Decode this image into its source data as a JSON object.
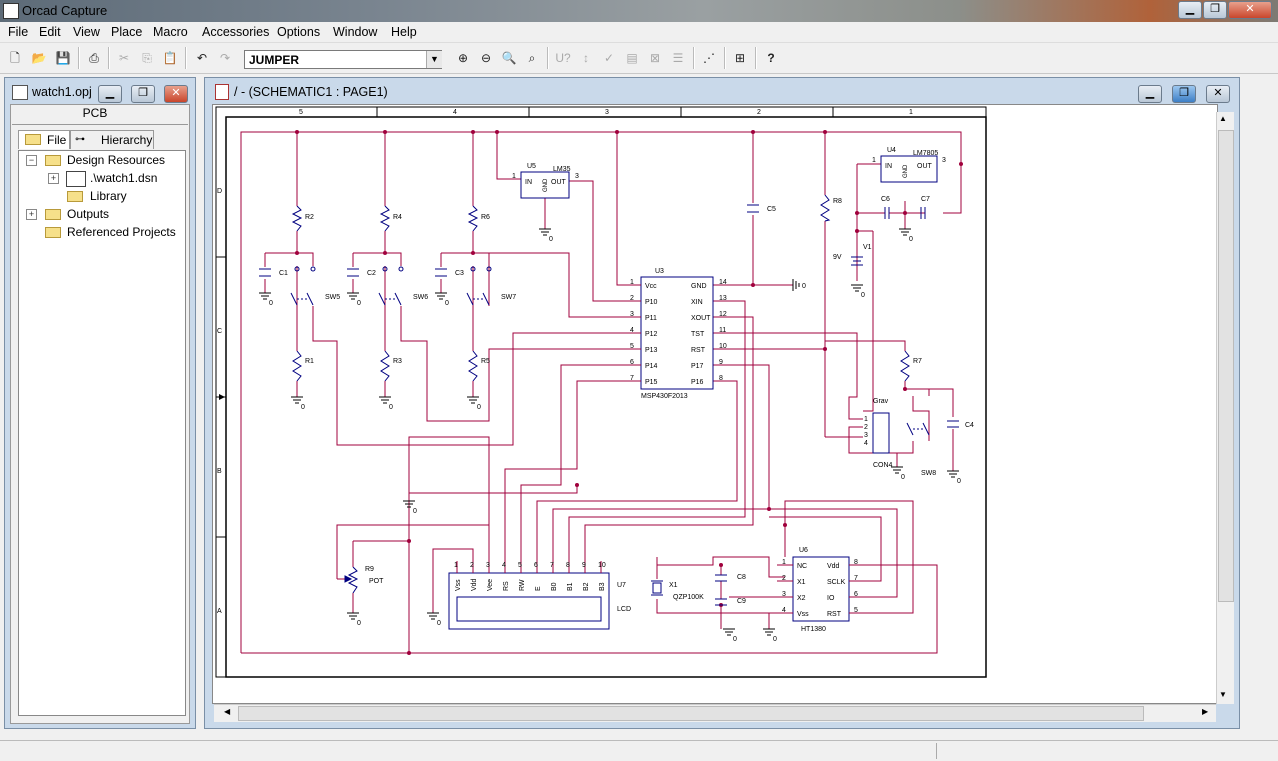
{
  "app": {
    "title": "Orcad Capture"
  },
  "menu": [
    "File",
    "Edit",
    "View",
    "Place",
    "Macro",
    "Accessories",
    "Options",
    "Window",
    "Help"
  ],
  "toolbar": {
    "part_combo_value": "JUMPER"
  },
  "project": {
    "title": "watch1.opj",
    "panel_label": "PCB",
    "tabs": [
      "File",
      "Hierarchy"
    ],
    "tree": [
      {
        "label": "Design Resources",
        "indent": 0,
        "expander": "−"
      },
      {
        "label": ".\\watch1.dsn",
        "indent": 1,
        "expander": "+"
      },
      {
        "label": "Library",
        "indent": 2,
        "expander": ""
      },
      {
        "label": "Outputs",
        "indent": 0,
        "expander": "+"
      },
      {
        "label": "Referenced Projects",
        "indent": 0,
        "expander": ""
      }
    ]
  },
  "schematic": {
    "title": "/ - (SCHEMATIC1 : PAGE1)",
    "border_cols": [
      "5",
      "4",
      "3",
      "2",
      "1"
    ],
    "border_rows": [
      "D",
      "C",
      "B",
      "A"
    ],
    "labels": {
      "u5": "U5",
      "u5part": "LM35",
      "in": "IN",
      "out": "OUT",
      "gnd": "GND",
      "u4": "U4",
      "u4part": "LM7805",
      "u3": "U3",
      "u3part": "MSP430F2013",
      "u6": "U6",
      "u6part": "HT1380",
      "u7": "U7",
      "lcd": "LCD",
      "c1": "C1",
      "c2": "C2",
      "c3": "C3",
      "c4": "C4",
      "c5": "C5",
      "c6": "C6",
      "c7": "C7",
      "c8": "C8",
      "c9": "C9",
      "r1": "R1",
      "r2": "R2",
      "r3": "R3",
      "r4": "R4",
      "r5": "R5",
      "r6": "R6",
      "r7": "R7",
      "r8": "R8",
      "r9": "R9",
      "sw5": "SW5",
      "sw6": "SW6",
      "sw7": "SW7",
      "sw8": "SW8",
      "v1": "V1",
      "v9": "9V",
      "pot": "POT",
      "x1": "X1",
      "xtal": "QZP100K",
      "con4": "CON4",
      "grav": "Grav",
      "zero": "0"
    },
    "u3_left": [
      "Vcc",
      "P10",
      "P11",
      "P12",
      "P13",
      "P14",
      "P15"
    ],
    "u3_left_nums": [
      "1",
      "2",
      "3",
      "4",
      "5",
      "6",
      "7"
    ],
    "u3_right": [
      "GND",
      "XIN",
      "XOUT",
      "TST",
      "RST",
      "P17",
      "P16"
    ],
    "u3_right_nums": [
      "14",
      "13",
      "12",
      "11",
      "10",
      "9",
      "8"
    ],
    "u6_left": [
      "NC",
      "X1",
      "X2",
      "Vss"
    ],
    "u6_left_nums": [
      "1",
      "2",
      "3",
      "4"
    ],
    "u6_right": [
      "Vdd",
      "SCLK",
      "IO",
      "RST"
    ],
    "u6_right_nums": [
      "8",
      "7",
      "6",
      "5"
    ],
    "lcd_pins": [
      "Vss",
      "Vdd",
      "Vee",
      "RS",
      "RW",
      "E",
      "B0",
      "B1",
      "B2",
      "B3"
    ],
    "lcd_nums": [
      "1",
      "2",
      "3",
      "4",
      "5",
      "6",
      "7",
      "8",
      "9",
      "10"
    ],
    "con4_nums": [
      "1",
      "2",
      "3",
      "4"
    ]
  }
}
